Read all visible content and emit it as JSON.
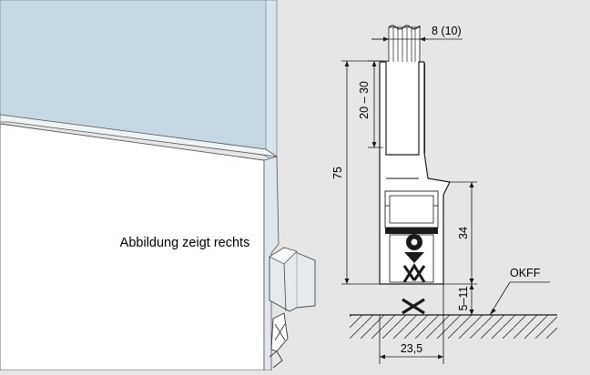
{
  "caption": "Abbildung zeigt rechts",
  "dimensions": {
    "glass_thickness": "8 (10)",
    "glass_insertion": "20 – 30",
    "total_height": "75",
    "seal_height": "34",
    "floor_gap": "5–11",
    "profile_width": "23,5"
  },
  "floor_reference": "OKFF",
  "colors": {
    "background": "#e6e6e6",
    "glass": "#c5d7e2",
    "profile": "#ffffff",
    "line": "#1a1a1a"
  }
}
